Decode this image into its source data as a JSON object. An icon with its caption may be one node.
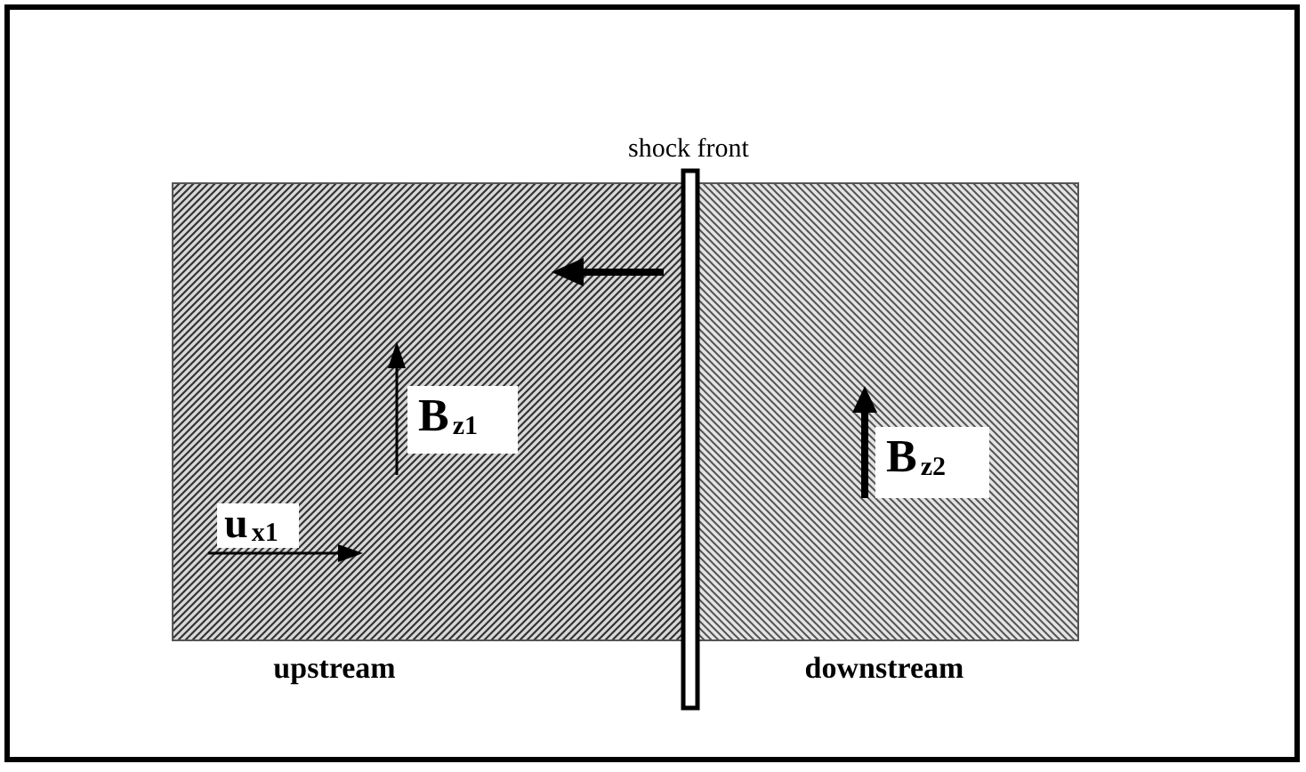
{
  "diagram": {
    "labels": [
      "shock front",
      "B$_{z1}$",
      "B$_{z2}$",
      "u$_{x1}$",
      "upstream",
      "downstream"
    ]
  }
}
